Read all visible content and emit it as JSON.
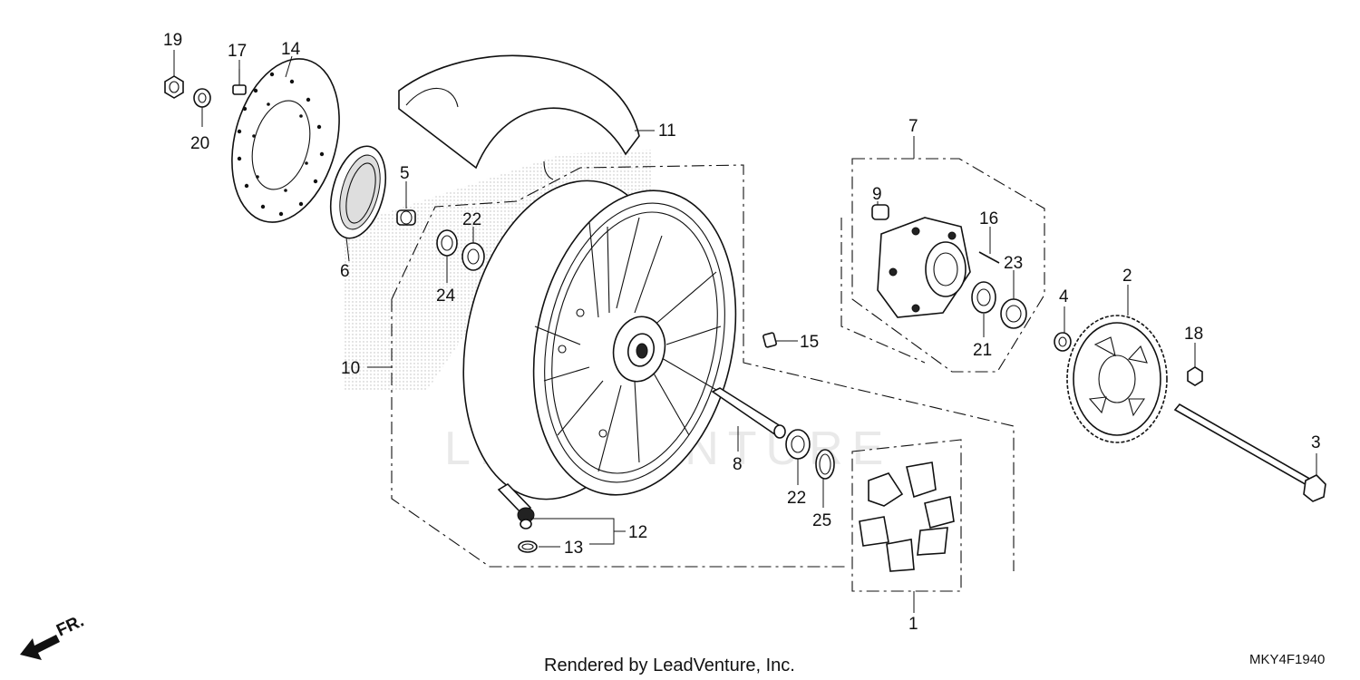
{
  "diagram": {
    "callouts": {
      "c1": "1",
      "c2": "2",
      "c3": "3",
      "c4": "4",
      "c5": "5",
      "c6": "6",
      "c7": "7",
      "c8": "8",
      "c9": "9",
      "c10": "10",
      "c11": "11",
      "c12": "12",
      "c13": "13",
      "c14": "14",
      "c15": "15",
      "c16": "16",
      "c17": "17",
      "c18": "18",
      "c19": "19",
      "c20": "20",
      "c21": "21",
      "c22a": "22",
      "c22b": "22",
      "c23": "23",
      "c24": "24",
      "c25": "25"
    },
    "direction_label": "FR.",
    "watermark": "LEADVENTURE",
    "footer": {
      "credit": "Rendered by LeadVenture, Inc.",
      "diagram_code": "MKY4F1940"
    }
  }
}
